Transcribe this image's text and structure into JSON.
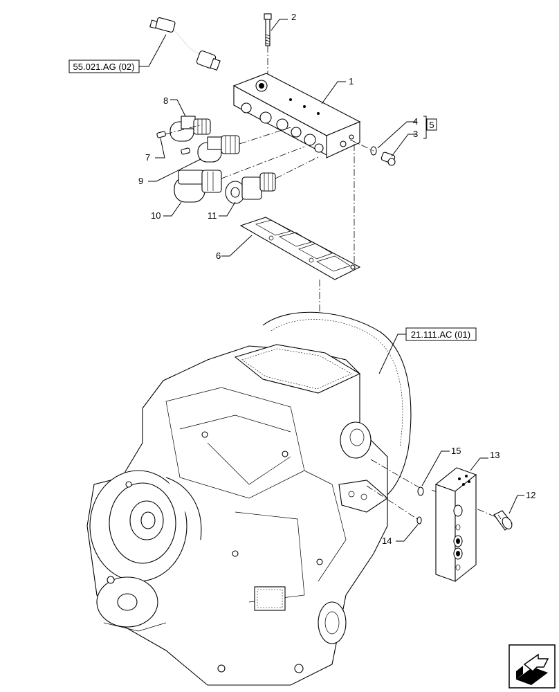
{
  "references": {
    "ref_top": "55.021.AG (02)",
    "ref_mid": "21.111.AC (01)"
  },
  "group_label": "5",
  "callouts": {
    "c1": "1",
    "c2": "2",
    "c3": "3",
    "c4": "4",
    "c6": "6",
    "c7": "7",
    "c8": "8",
    "c9": "9",
    "c10": "10",
    "c11": "11",
    "c12": "12",
    "c13": "13",
    "c14": "14",
    "c15": "15"
  },
  "icons": {
    "nav": "next-page-arrow-icon"
  }
}
